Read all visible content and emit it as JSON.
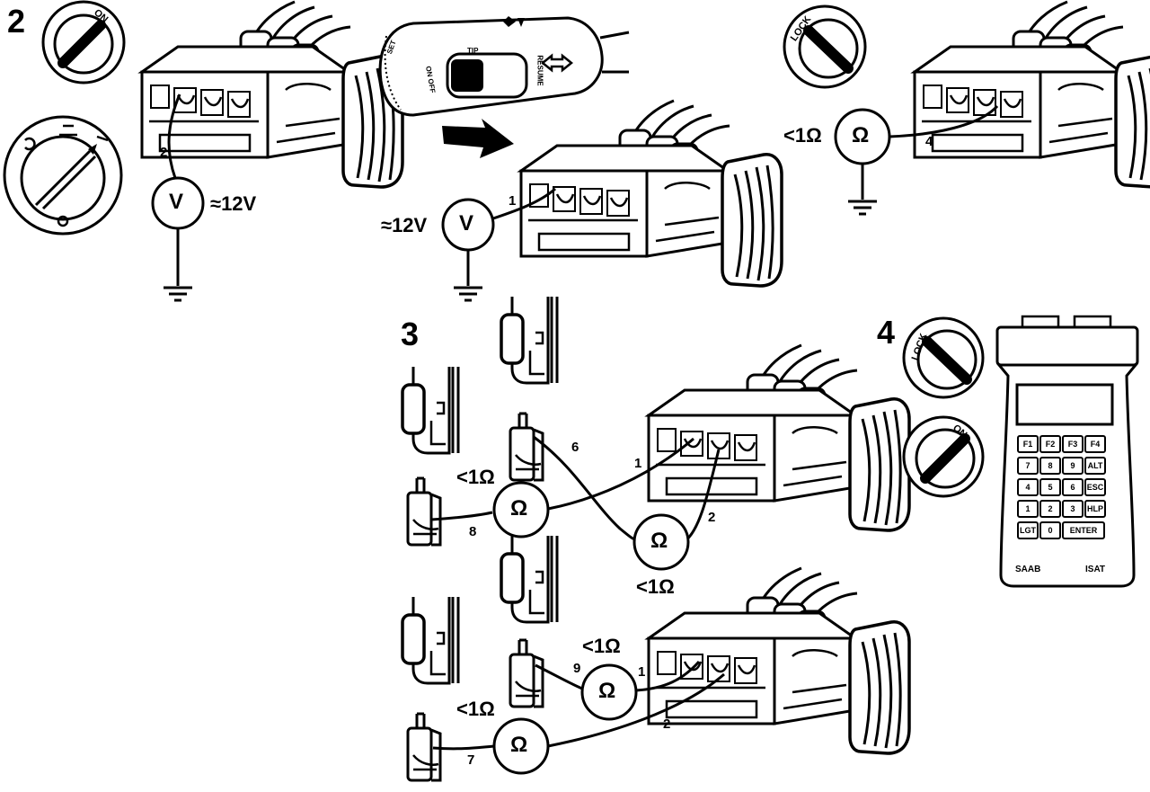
{
  "steps": {
    "s2": "2",
    "s3": "3",
    "s4": "4"
  },
  "ignition": {
    "on": "ON",
    "lock": "LOCK"
  },
  "stalk": {
    "set": "SET",
    "tip": "TIP",
    "on_off": "ON OFF",
    "resume": "RESUME"
  },
  "meters": {
    "volt_symbol": "V",
    "ohm_symbol": "Ω"
  },
  "readings": {
    "v_a": "≈12V",
    "v_b": "≈12V",
    "o_a": "<1Ω",
    "o_b": "<1Ω",
    "o_c": "<1Ω",
    "o_d": "<1Ω",
    "o_e": "<1Ω"
  },
  "pins": {
    "p2a": "2",
    "p1a": "1",
    "p4a": "4",
    "p6": "6",
    "p1b": "1",
    "p2b": "2",
    "p8": "8",
    "p9": "9",
    "p1c": "1",
    "p2c": "2",
    "p7": "7"
  },
  "tester": {
    "brand": "SAAB",
    "model": "ISAT",
    "keys": [
      "F1",
      "F2",
      "F3",
      "F4",
      "7",
      "8",
      "9",
      "ALT",
      "4",
      "5",
      "6",
      "ESC",
      "1",
      "2",
      "3",
      "HLP",
      "LGT",
      "0",
      "ENTER",
      ""
    ]
  }
}
